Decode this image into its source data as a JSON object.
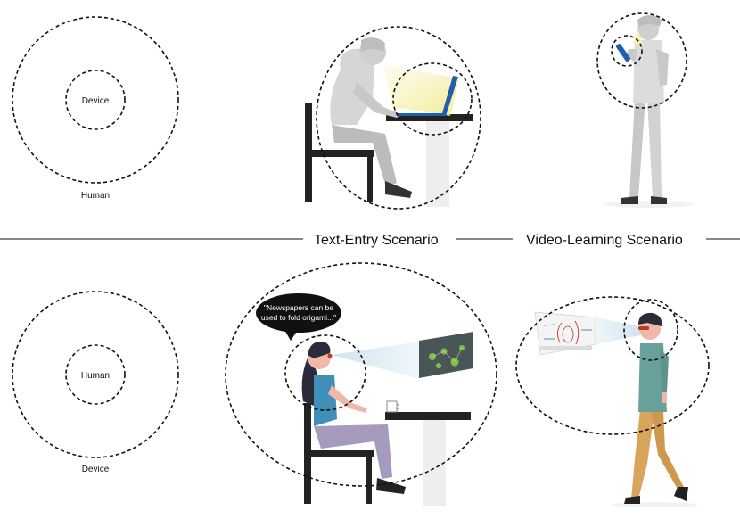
{
  "diagram": {
    "top_left": {
      "inner_label": "Device",
      "outer_label": "Human"
    },
    "bottom_left": {
      "inner_label": "Human",
      "outer_label": "Device"
    },
    "divider": {
      "text_entry_label": "Text-Entry Scenario",
      "video_learning_label": "Video-Learning Scenario"
    },
    "speech_bubble": {
      "line1": "\"Newspapers can be",
      "line2": "used to fold origami...\""
    }
  },
  "colors": {
    "figure_gray": "#d6d6d6",
    "figure_dark": "#b9b9b9",
    "laptop_blue": "#1f5fb0",
    "shirt_teal": "#3f8fb8",
    "pants_purple": "#a69bbd",
    "shirt_green": "#6aa09a",
    "pants_orange": "#d9a45c",
    "screen_dark": "#4a5558",
    "blob_green": "#7ec24a",
    "beam_blue": "#cfe4ef",
    "beam_yellow": "#f6f0b0",
    "hair_dark": "#2b2b3a",
    "skin": "#f0b8a8"
  }
}
